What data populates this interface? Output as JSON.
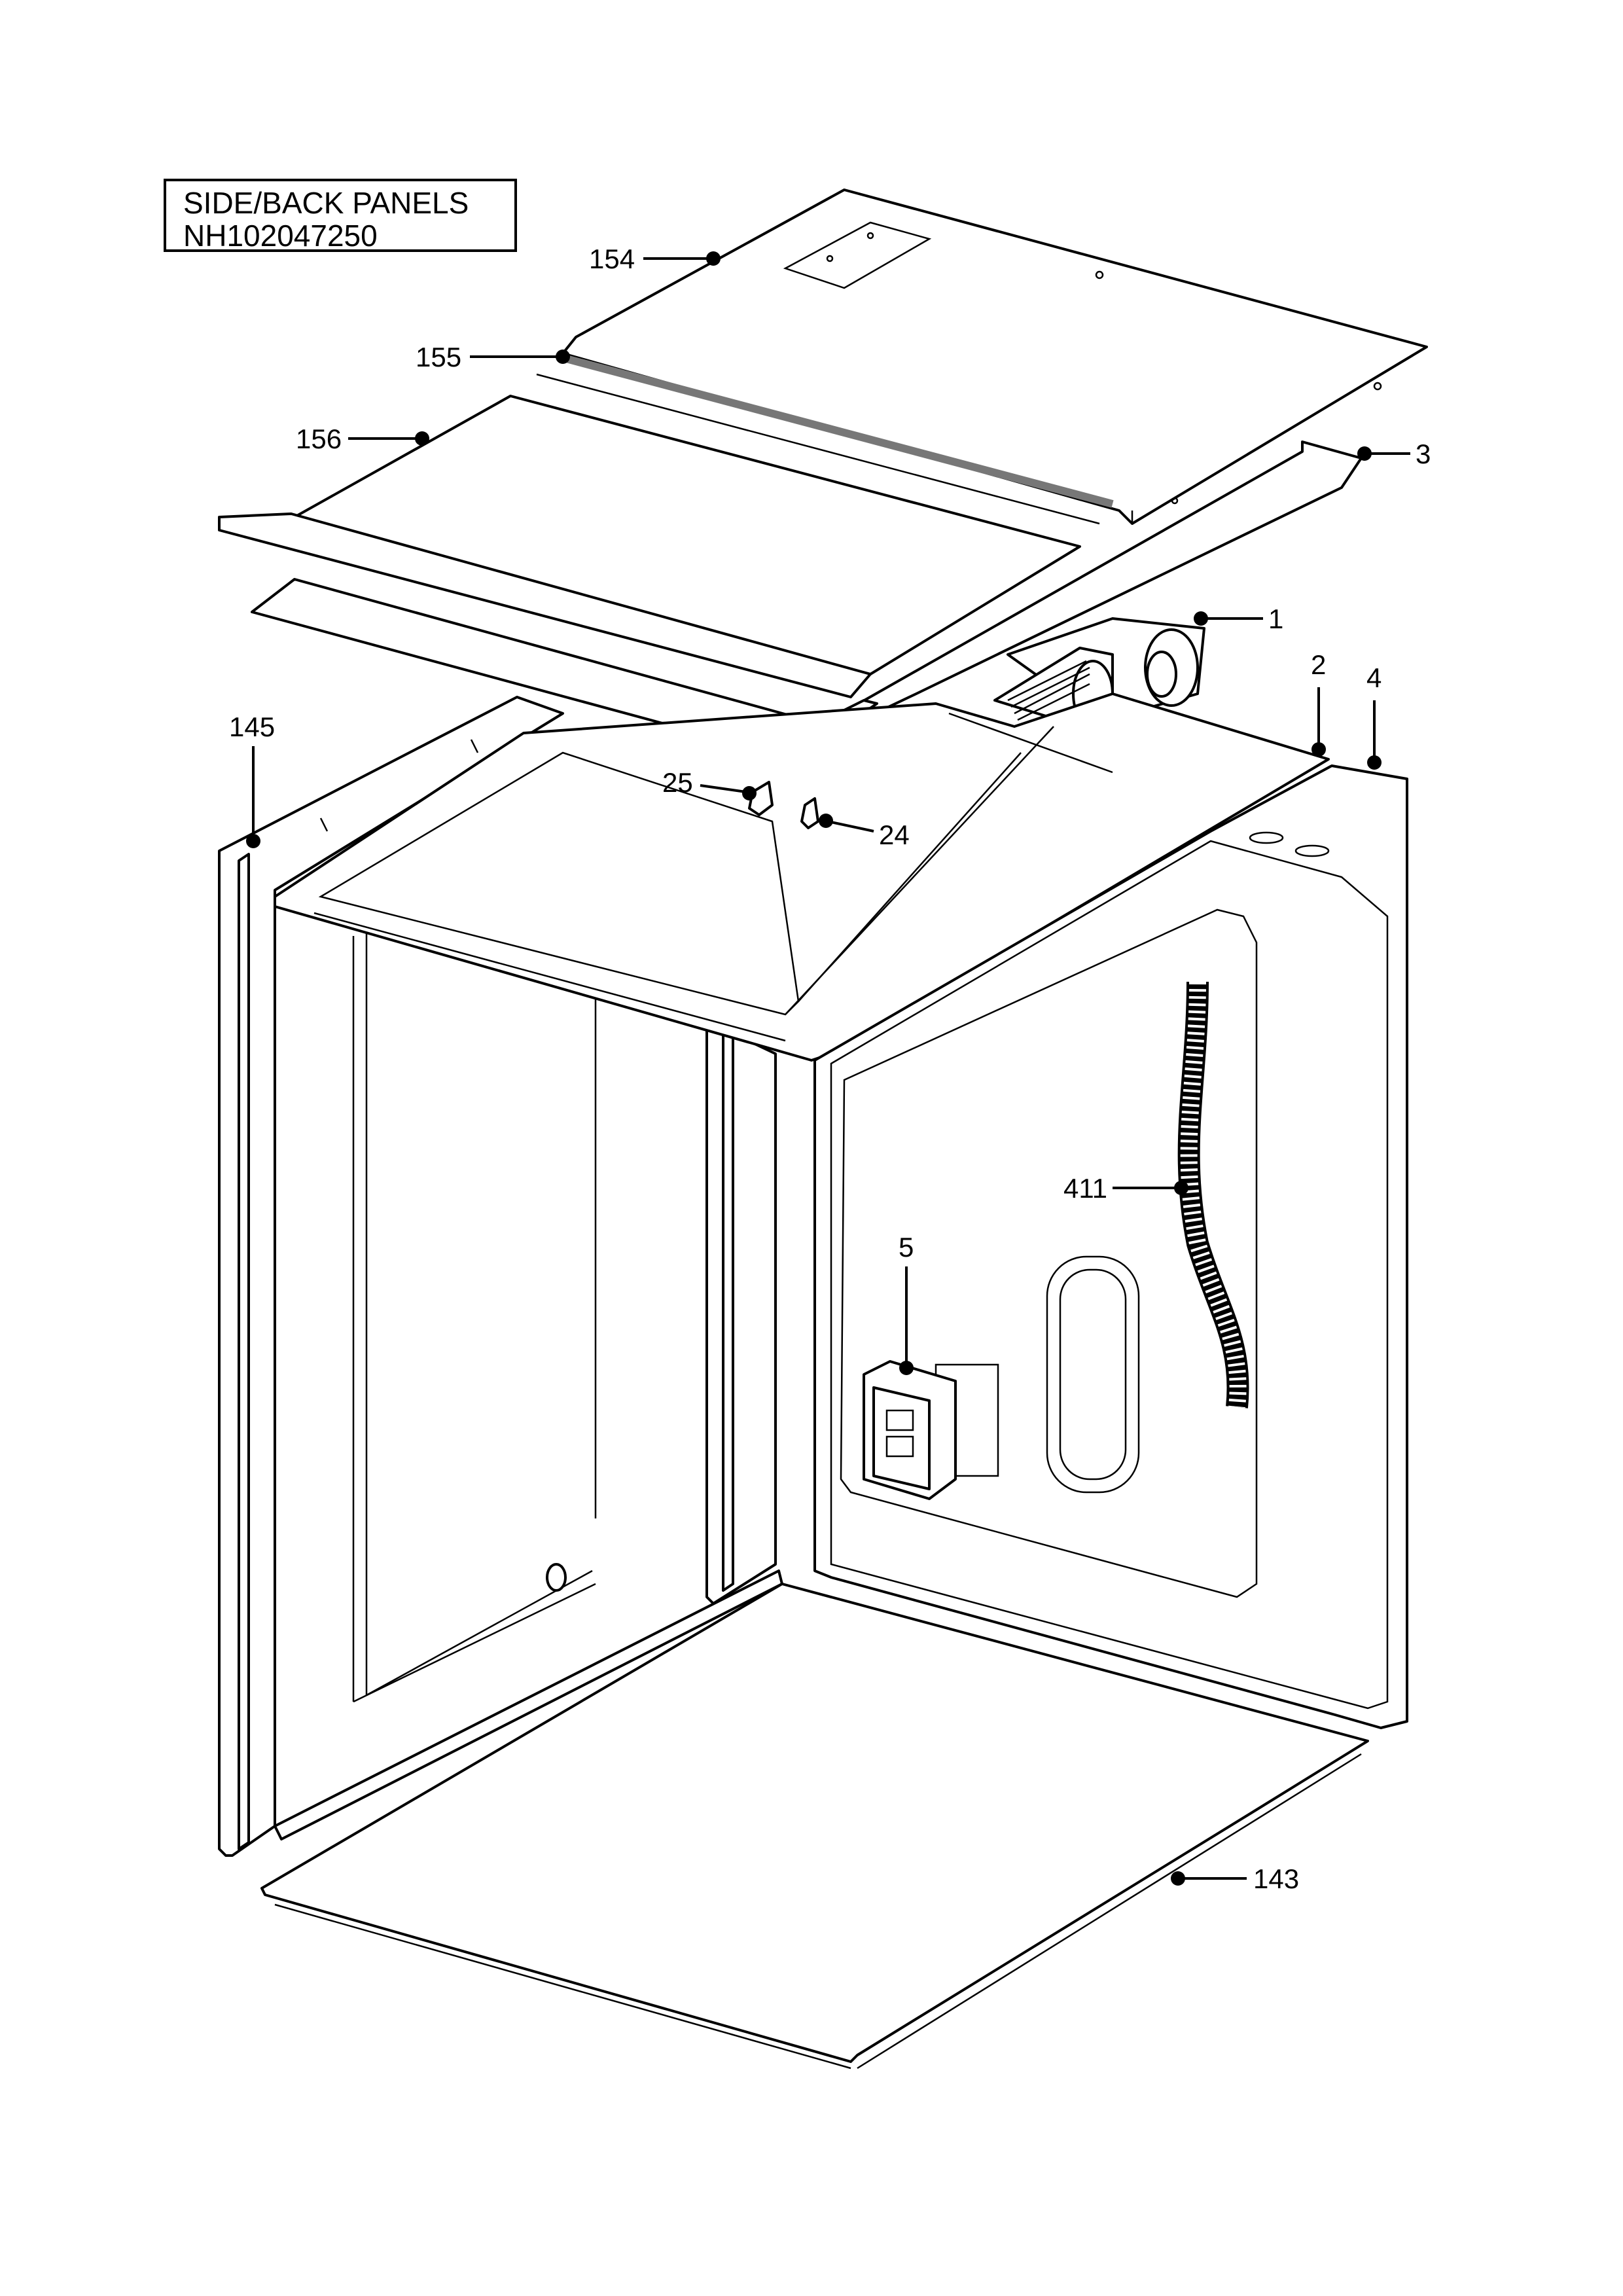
{
  "diagram": {
    "title_line1": "SIDE/BACK PANELS",
    "title_line2": "NH102047250",
    "callouts": {
      "p154": "154",
      "p155": "155",
      "p156": "156",
      "p3": "3",
      "p1": "1",
      "p2": "2",
      "p4": "4",
      "p145": "145",
      "p25": "25",
      "p24": "24",
      "p411": "411",
      "p5": "5",
      "p143": "143"
    }
  }
}
